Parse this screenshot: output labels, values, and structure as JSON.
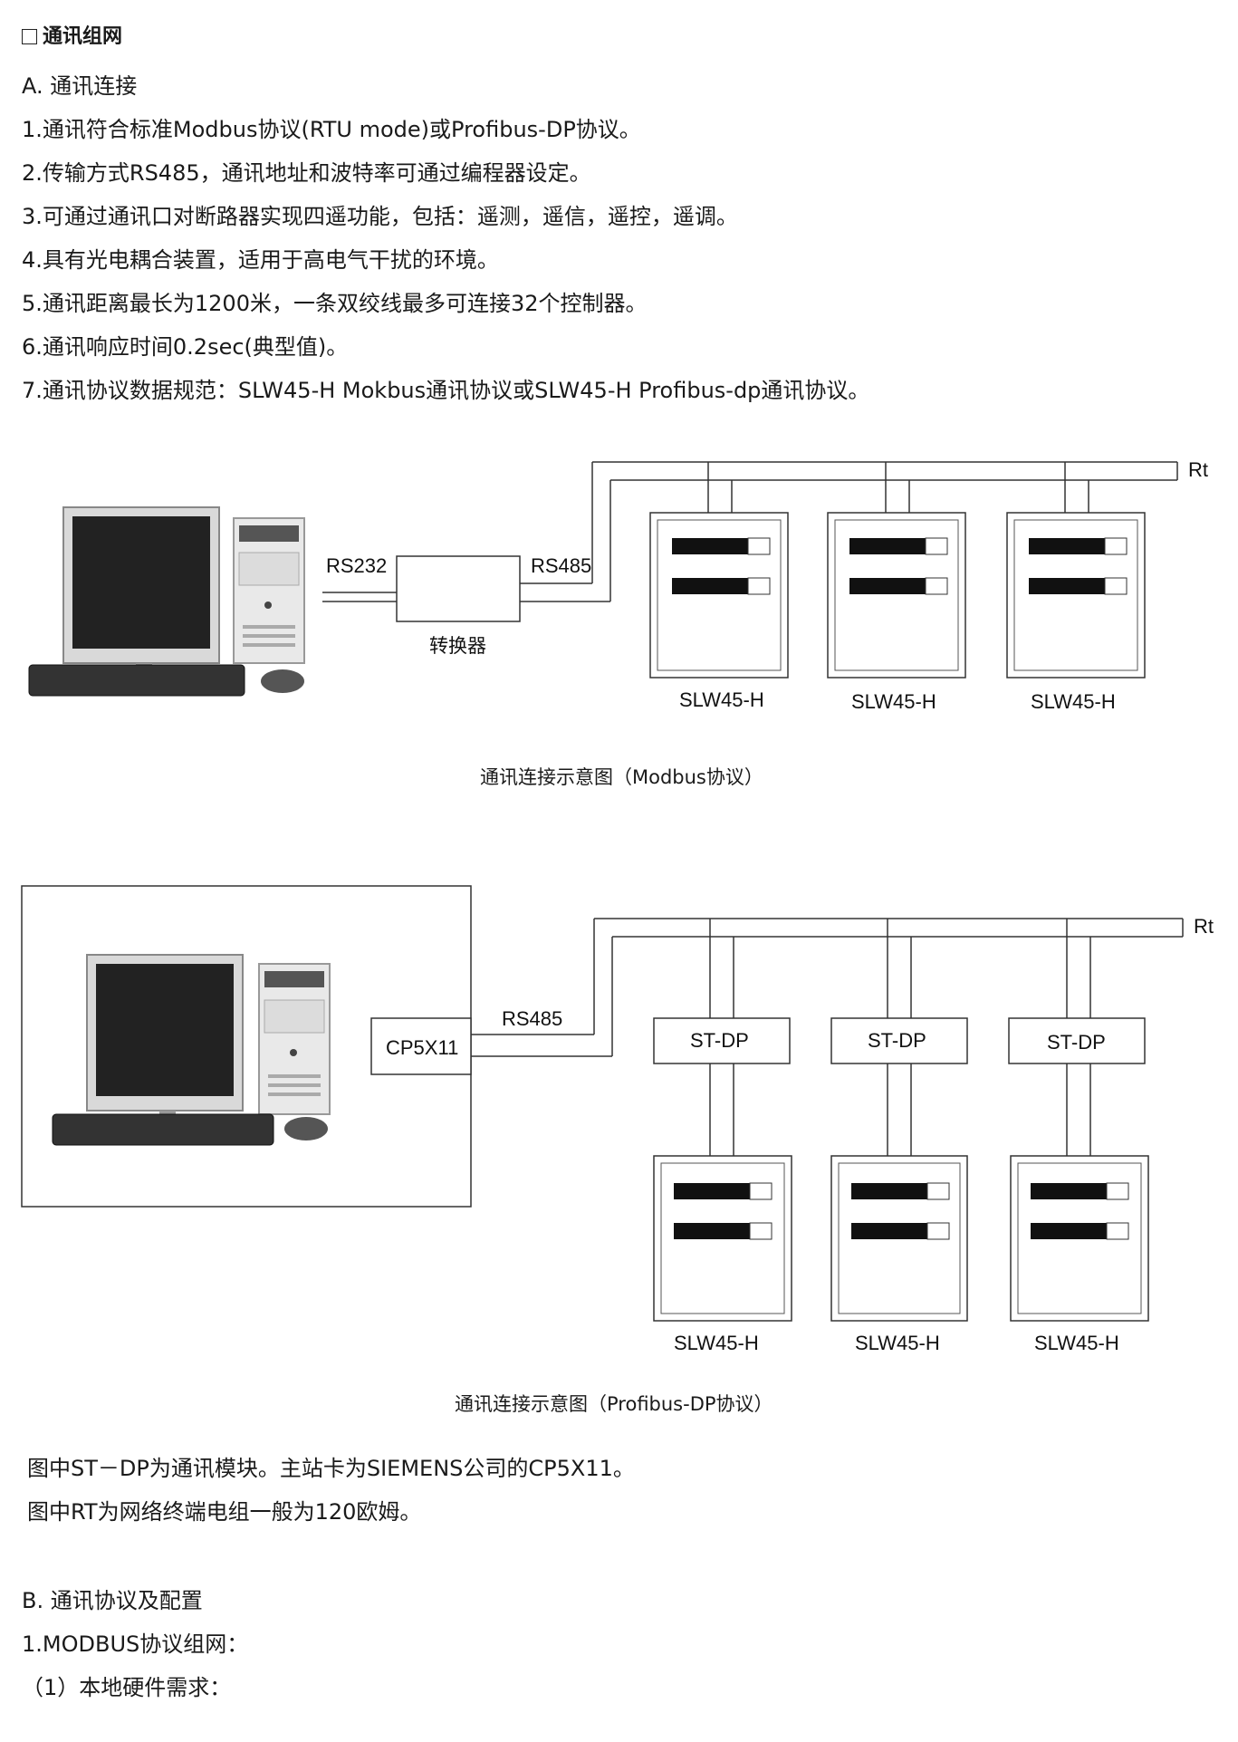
{
  "section_title": "通讯组网",
  "part_a": {
    "title": "A. 通讯连接",
    "items": [
      "1.通讯符合标准Modbus协议(RTU mode)或Profibus-DP协议。",
      "2.传输方式RS485，通讯地址和波特率可通过编程器设定。",
      "3.可通过通讯口对断路器实现四遥功能，包括：遥测，遥信，遥控，遥调。",
      "4.具有光电耦合装置，适用于高电气干扰的环境。",
      "5.通讯距离最长为1200米，一条双绞线最多可连接32个控制器。",
      "6.通讯响应时间0.2sec(典型值)。",
      "7.通讯协议数据规范：SLW45-H Mokbus通讯协议或SLW45-H Profibus-dp通讯协议。"
    ]
  },
  "diagram_modbus": {
    "rs232": "RS232",
    "rs485": "RS485",
    "converter": "转换器",
    "terminator": "Rt",
    "devices": [
      "SLW45-H",
      "SLW45-H",
      "SLW45-H"
    ],
    "caption": "通讯连接示意图（Modbus协议）"
  },
  "diagram_profibus": {
    "card": "CP5X11",
    "rs485": "RS485",
    "terminator": "Rt",
    "modules": [
      "ST-DP",
      "ST-DP",
      "ST-DP"
    ],
    "devices": [
      "SLW45-H",
      "SLW45-H",
      "SLW45-H"
    ],
    "caption": "通讯连接示意图（Profibus-DP协议）"
  },
  "notes": [
    "图中ST－DP为通讯模块。主站卡为SIEMENS公司的CP5X11。",
    "图中RT为网络终端电组一般为120欧姆。"
  ],
  "part_b": {
    "title": "B. 通讯协议及配置",
    "item1": "1.MODBUS协议组网：",
    "item1_sub": "（1）本地硬件需求："
  }
}
